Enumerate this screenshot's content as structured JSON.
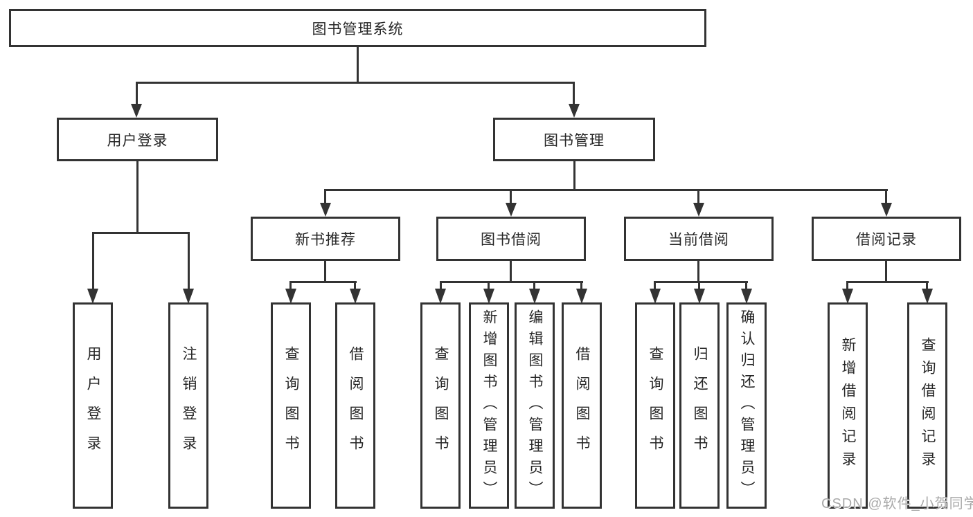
{
  "colors": {
    "line": "#333333",
    "text": "#262626",
    "watermark": "#a9a9a9",
    "background": "#ffffff"
  },
  "tree": {
    "root": {
      "label": "图书管理系统",
      "children": [
        {
          "label": "用户登录",
          "children": [
            {
              "label": "用户登录"
            },
            {
              "label": "注销登录"
            }
          ]
        },
        {
          "label": "图书管理",
          "children": [
            {
              "label": "新书推荐",
              "children": [
                {
                  "label": "查询图书"
                },
                {
                  "label": "借阅图书"
                }
              ]
            },
            {
              "label": "图书借阅",
              "children": [
                {
                  "label": "查询图书"
                },
                {
                  "label": "新增图书（管理员）"
                },
                {
                  "label": "编辑图书（管理员）"
                },
                {
                  "label": "借阅图书"
                }
              ]
            },
            {
              "label": "当前借阅",
              "children": [
                {
                  "label": "查询图书"
                },
                {
                  "label": "归还图书"
                },
                {
                  "label": "确认归还（管理员）"
                }
              ]
            },
            {
              "label": "借阅记录",
              "children": [
                {
                  "label": "新增借阅记录"
                },
                {
                  "label": "查询借阅记录"
                }
              ]
            }
          ]
        }
      ]
    }
  },
  "watermark": {
    "text": "CSDN @软件_小贺同学"
  }
}
